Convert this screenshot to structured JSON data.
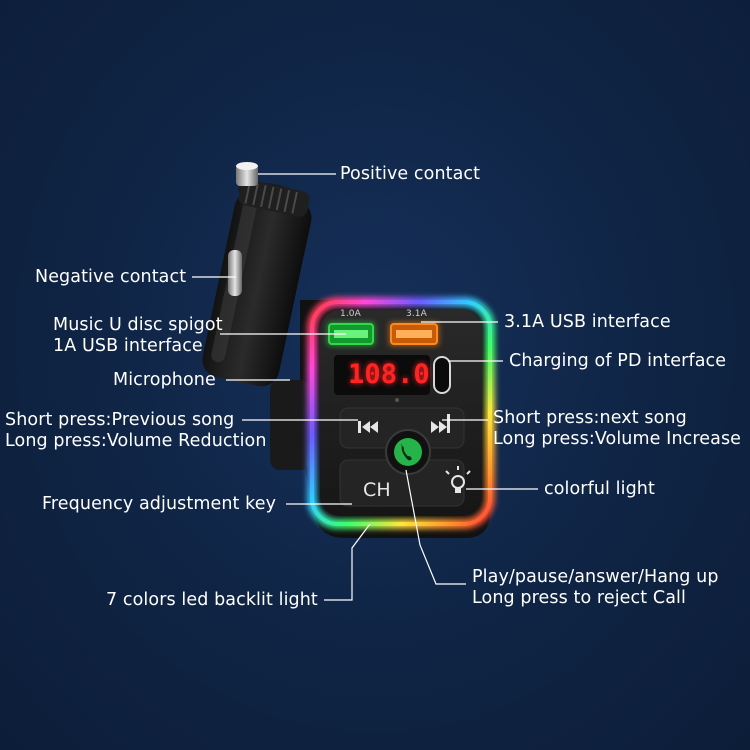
{
  "labels": {
    "positive_contact": "Positive contact",
    "negative_contact": "Negative contact",
    "music_u_disc_line1": "Music U disc spigot",
    "music_u_disc_line2": "1A USB interface",
    "usb_31a": "3.1A USB interface",
    "charging_pd": "Charging of PD interface",
    "microphone": "Microphone",
    "prev_line1": "Short press:Previous song",
    "prev_line2": "Long press:Volume Reduction",
    "next_line1": "Short press:next song",
    "next_line2": "Long press:Volume Increase",
    "frequency_key": "Frequency adjustment key",
    "colorful_light": "colorful light",
    "backlit_light": "7 colors led backlit light",
    "play_line1": "Play/pause/answer/Hang up",
    "play_line2": "Long press to reject Call"
  },
  "device": {
    "display_value": "108.0",
    "usb_left_tag": "1.0A",
    "usb_right_tag": "3.1A",
    "ch_button": "CH",
    "prev_icon": "previous-track-icon",
    "next_icon": "next-track-icon",
    "call_icon": "phone-call-icon",
    "light_icon": "light-bulb-icon"
  },
  "colors": {
    "background": "#0f2444",
    "display_red": "#ff2424",
    "usb_green": "#2fd94a",
    "usb_orange": "#ff8a1c",
    "call_green": "#26b34a"
  }
}
